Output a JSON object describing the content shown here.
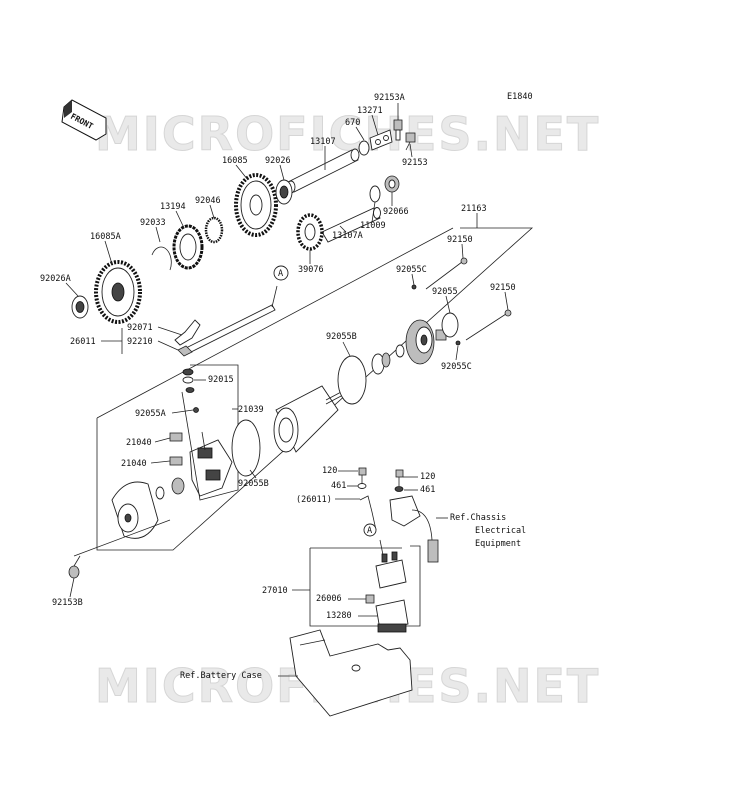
{
  "diagram_code": "E1840",
  "front_label": "FRONT",
  "watermark": "MICROFICHES.NET",
  "part_numbers": {
    "p92153A": "92153A",
    "p13271": "13271",
    "p670": "670",
    "p13107": "13107",
    "p92153": "92153",
    "p16085": "16085",
    "p92026": "92026",
    "p13194": "13194",
    "p92046": "92046",
    "p92033": "92033",
    "p11009": "11009",
    "p92066": "92066",
    "p13107A": "13107A",
    "p16085A": "16085A",
    "p39076": "39076",
    "p92026A": "92026A",
    "p21163": "21163",
    "p92150a": "92150",
    "p92055C_a": "92055C",
    "p92055": "92055",
    "p92150b": "92150",
    "p92071": "92071",
    "p26011": "26011",
    "p92210": "92210",
    "p92055B_a": "92055B",
    "p92055C_b": "92055C",
    "p92015": "92015",
    "p92055A": "92055A",
    "p21039": "21039",
    "p21040a": "21040",
    "p21040b": "21040",
    "p92055B_b": "92055B",
    "p120a": "120",
    "p461a": "461",
    "p26011b": "(26011)",
    "p120b": "120",
    "p461b": "461",
    "p27010": "27010",
    "p26006": "26006",
    "p13280": "13280",
    "p92153B": "92153B"
  },
  "callout_a": "A",
  "references": {
    "chassis_line1": "Ref.Chassis",
    "chassis_line2": "Electrical",
    "chassis_line3": "Equipment",
    "battery_case": "Ref.Battery Case"
  }
}
